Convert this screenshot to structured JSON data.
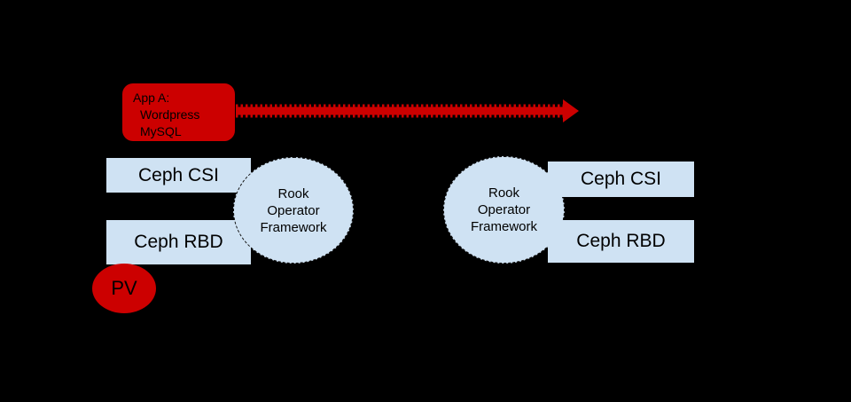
{
  "colors": {
    "canvas_bg": "#000000",
    "red": "#cc0000",
    "light_blue": "#cfe2f3",
    "label_text": "#000000",
    "circle_border": "#111111"
  },
  "app_box": {
    "lines": [
      "App A:",
      "Wordpress",
      "MySQL"
    ]
  },
  "left_cluster": {
    "csi_label": "Ceph CSI",
    "rbd_label": "Ceph RBD",
    "operator_lines": [
      "Rook",
      "Operator",
      "Framework"
    ],
    "pv_label": "PV"
  },
  "right_cluster": {
    "csi_label": "Ceph CSI",
    "rbd_label": "Ceph RBD",
    "operator_lines": [
      "Rook",
      "Operator",
      "Framework"
    ]
  }
}
